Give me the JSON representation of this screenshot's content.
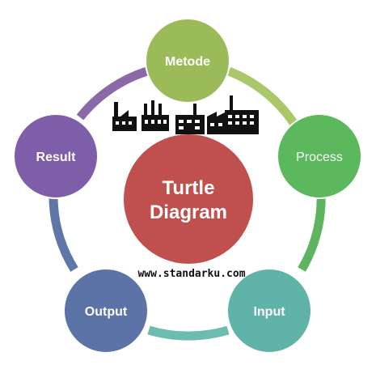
{
  "center": {
    "line1": "Turtle",
    "line2": "Diagram",
    "color": "#c0504d"
  },
  "nodes": [
    {
      "key": "metode",
      "label": "Metode",
      "color": "#9bbb59"
    },
    {
      "key": "process",
      "label": "Process",
      "color": "#5cb85c"
    },
    {
      "key": "input",
      "label": "Input",
      "color": "#5fb3a8"
    },
    {
      "key": "output",
      "label": "Output",
      "color": "#5b73a7"
    },
    {
      "key": "result",
      "label": "Result",
      "color": "#7e5ea8"
    }
  ],
  "watermark": "www.standarku.com",
  "icons": [
    "factory-icon",
    "factory-icon",
    "factory-icon",
    "factory-icon"
  ]
}
